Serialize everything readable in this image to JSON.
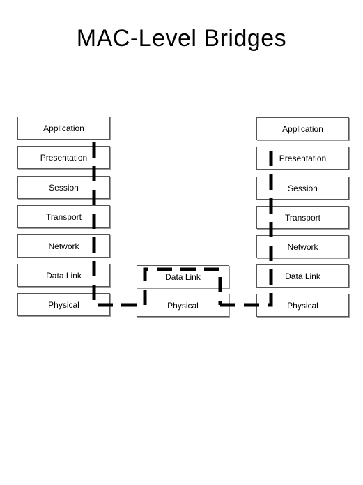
{
  "title": "MAC-Level Bridges",
  "left_stack": [
    "Application",
    "Presentation",
    "Session",
    "Transport",
    "Network",
    "Data Link",
    "Physical"
  ],
  "right_stack": [
    "Application",
    "Presentation",
    "Session",
    "Transport",
    "Network",
    "Data Link",
    "Physical"
  ],
  "bridge_stack": [
    "Data Link",
    "Physical"
  ],
  "colors": {
    "path": "#000000",
    "border": "#555555"
  }
}
